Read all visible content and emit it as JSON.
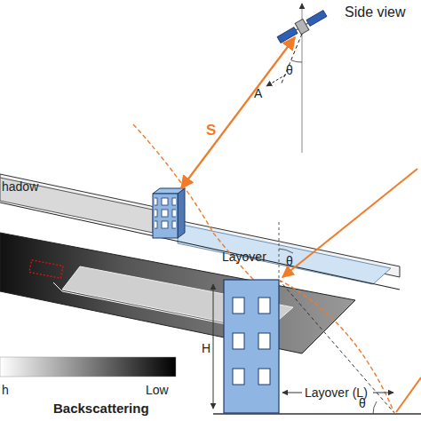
{
  "diagram": {
    "labels": [
      "Side view",
      "θ",
      "A",
      "S",
      "hadow",
      "Layover",
      "Layover",
      "H",
      "θ",
      "θ",
      "Layover (L)",
      "h",
      "Low",
      "Backscattering"
    ]
  }
}
